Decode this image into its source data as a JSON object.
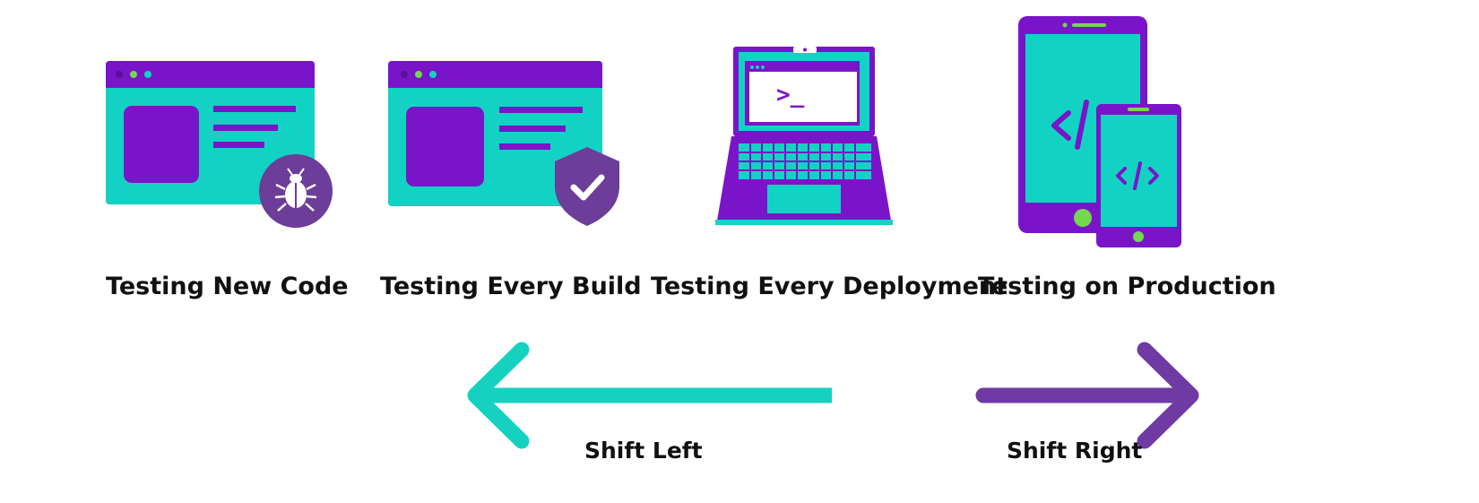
{
  "stages": [
    {
      "label": "Testing New Code",
      "icon": "browser-bug-icon"
    },
    {
      "label": "Testing Every Build",
      "icon": "browser-shield-check-icon"
    },
    {
      "label": "Testing Every Deployment",
      "icon": "laptop-terminal-icon"
    },
    {
      "label": "Testing on Production",
      "icon": "mobile-devices-code-icon"
    }
  ],
  "arrows": {
    "left": {
      "label": "Shift Left",
      "icon": "arrow-left-icon"
    },
    "right": {
      "label": "Shift Right",
      "icon": "arrow-right-icon"
    }
  },
  "colors": {
    "purple": "#7a14c9",
    "teal": "#12d3c3",
    "badge_purple": "#6c3d99",
    "green": "#74d84f",
    "arrow_teal": "#15d1c0",
    "arrow_purple": "#6f3aa3"
  },
  "terminal_prompt": ">_"
}
